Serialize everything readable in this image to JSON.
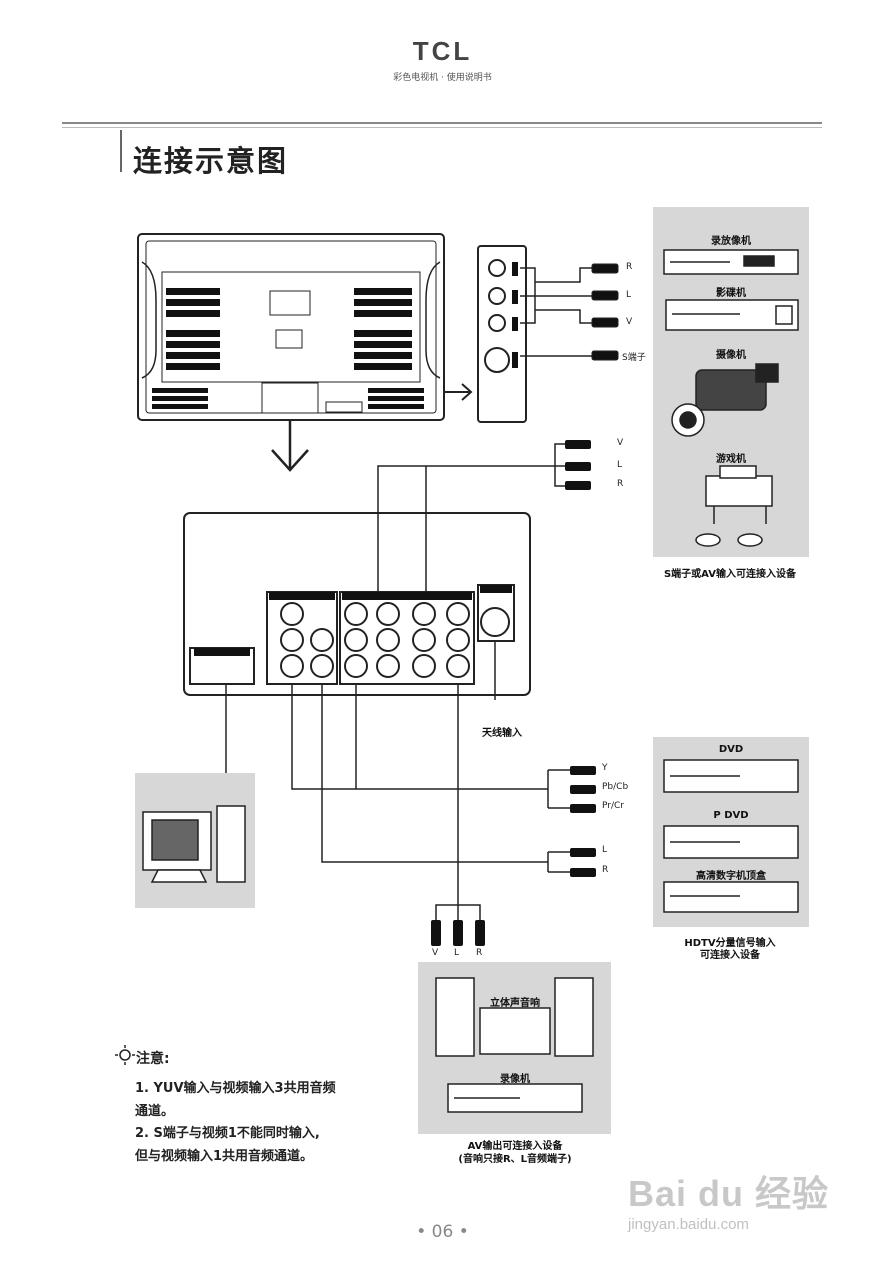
{
  "header": {
    "brand": "TCL",
    "subtitle": "彩色电视机 · 使用说明书"
  },
  "page_title": "连接示意图",
  "panel_top": {
    "devices": [
      "录放像机",
      "影碟机",
      "摄像机",
      "游戏机"
    ],
    "caption": "S端子或AV输入可连接入设备"
  },
  "side_panel_labels": {
    "r": "R",
    "l": "L",
    "v": "V",
    "s": "S端子"
  },
  "mid_labels": {
    "v": "V",
    "l": "L",
    "r": "R"
  },
  "antenna_label": "天线输入",
  "yuv_labels": {
    "y": "Y",
    "pb": "Pb/Cb",
    "pr": "Pr/Cr",
    "l": "L",
    "r": "R"
  },
  "panel_right": {
    "devices": [
      "DVD",
      "P DVD",
      "高清数字机顶盒"
    ],
    "caption_line1": "HDTV分量信号输入",
    "caption_line2": "可连接入设备"
  },
  "bottom_plugs": {
    "v": "V",
    "l": "L",
    "r": "R"
  },
  "panel_bottom": {
    "devices": [
      "立体声音响",
      "录像机"
    ],
    "caption_line1": "AV输出可连接入设备",
    "caption_line2": "(音响只接R、L音频端子)"
  },
  "notes": {
    "title": "注意:",
    "lines": [
      "1. YUV输入与视频输入3共用音频",
      "通道。",
      "2. S端子与视频1不能同时输入,",
      "但与视频输入1共用音频通道。"
    ]
  },
  "page_number": "• 06 •",
  "watermark": {
    "main": "Bai du 经验",
    "url": "jingyan.baidu.com"
  }
}
